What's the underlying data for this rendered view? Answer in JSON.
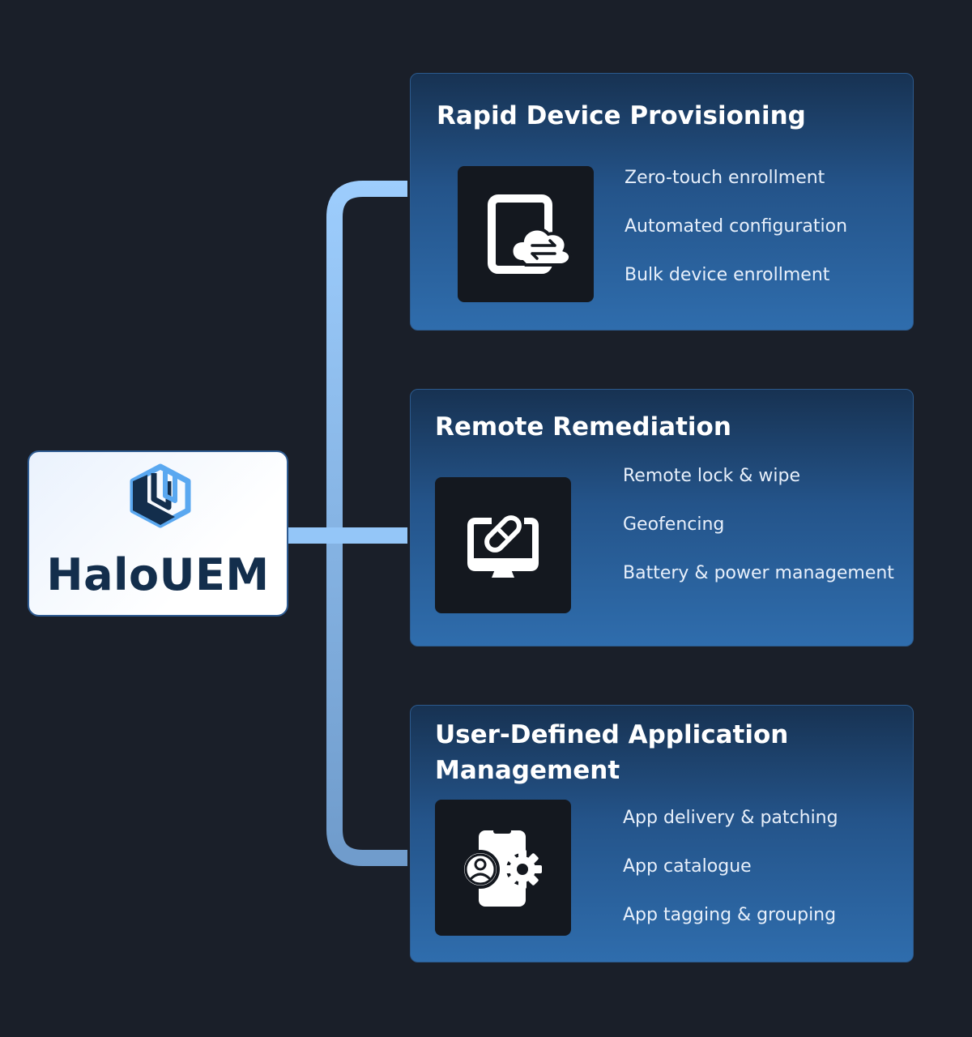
{
  "brand": {
    "name": "HaloUEM",
    "logo_icon": "halo-hexagon-logo-icon",
    "colors": {
      "navy": "#132e4c",
      "accent": "#5aa8f0"
    }
  },
  "cards": [
    {
      "title": "Rapid Device Provisioning",
      "icon": "tablet-cloud-sync-icon",
      "items": [
        "Zero-touch enrollment",
        "Automated configuration",
        "Bulk device enrollment"
      ]
    },
    {
      "title": "Remote Remediation",
      "icon": "monitor-bandage-icon",
      "items": [
        "Remote lock & wipe",
        "Geofencing",
        "Battery & power management"
      ]
    },
    {
      "title": "User-Defined Application Management",
      "icon": "phone-user-gear-icon",
      "items": [
        "App delivery & patching",
        "App catalogue",
        "App tagging & grouping"
      ]
    }
  ],
  "colors": {
    "background": "#1a1f29",
    "card_top": "#173252",
    "card_bottom": "#2f6dad",
    "connector_top": "#9dcdfd",
    "connector_bottom": "#6f9bcb"
  }
}
